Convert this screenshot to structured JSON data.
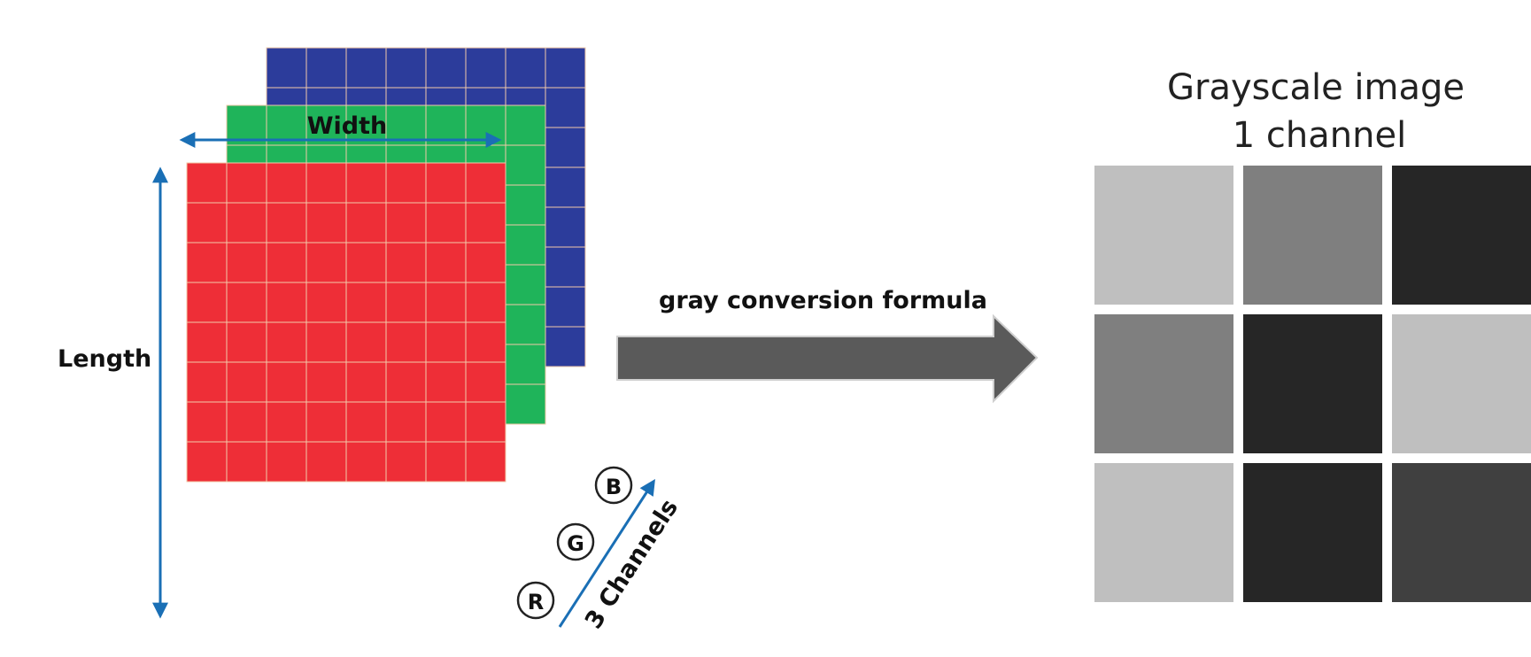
{
  "rgb_stack": {
    "width_label": "Width",
    "length_label": "Length",
    "channels_label": "3 Channels",
    "channel_letters": [
      "R",
      "G",
      "B"
    ],
    "colors": {
      "red": "#ee2e37",
      "green": "#1fb45a",
      "blue": "#2c3c9b",
      "grid": "#f2c9a8",
      "arrow": "#1a6fb5"
    },
    "cols": 8,
    "rows": 8
  },
  "conversion": {
    "label": "gray conversion formula",
    "arrow_color": "#5a5a5a"
  },
  "grayscale": {
    "title_line1": "Grayscale image",
    "title_line2": "1 channel",
    "cells": [
      [
        "#bfbfbf",
        "#7f7f7f",
        "#262626"
      ],
      [
        "#7f7f7f",
        "#262626",
        "#bfbfbf"
      ],
      [
        "#bfbfbf",
        "#262626",
        "#404040"
      ]
    ]
  }
}
